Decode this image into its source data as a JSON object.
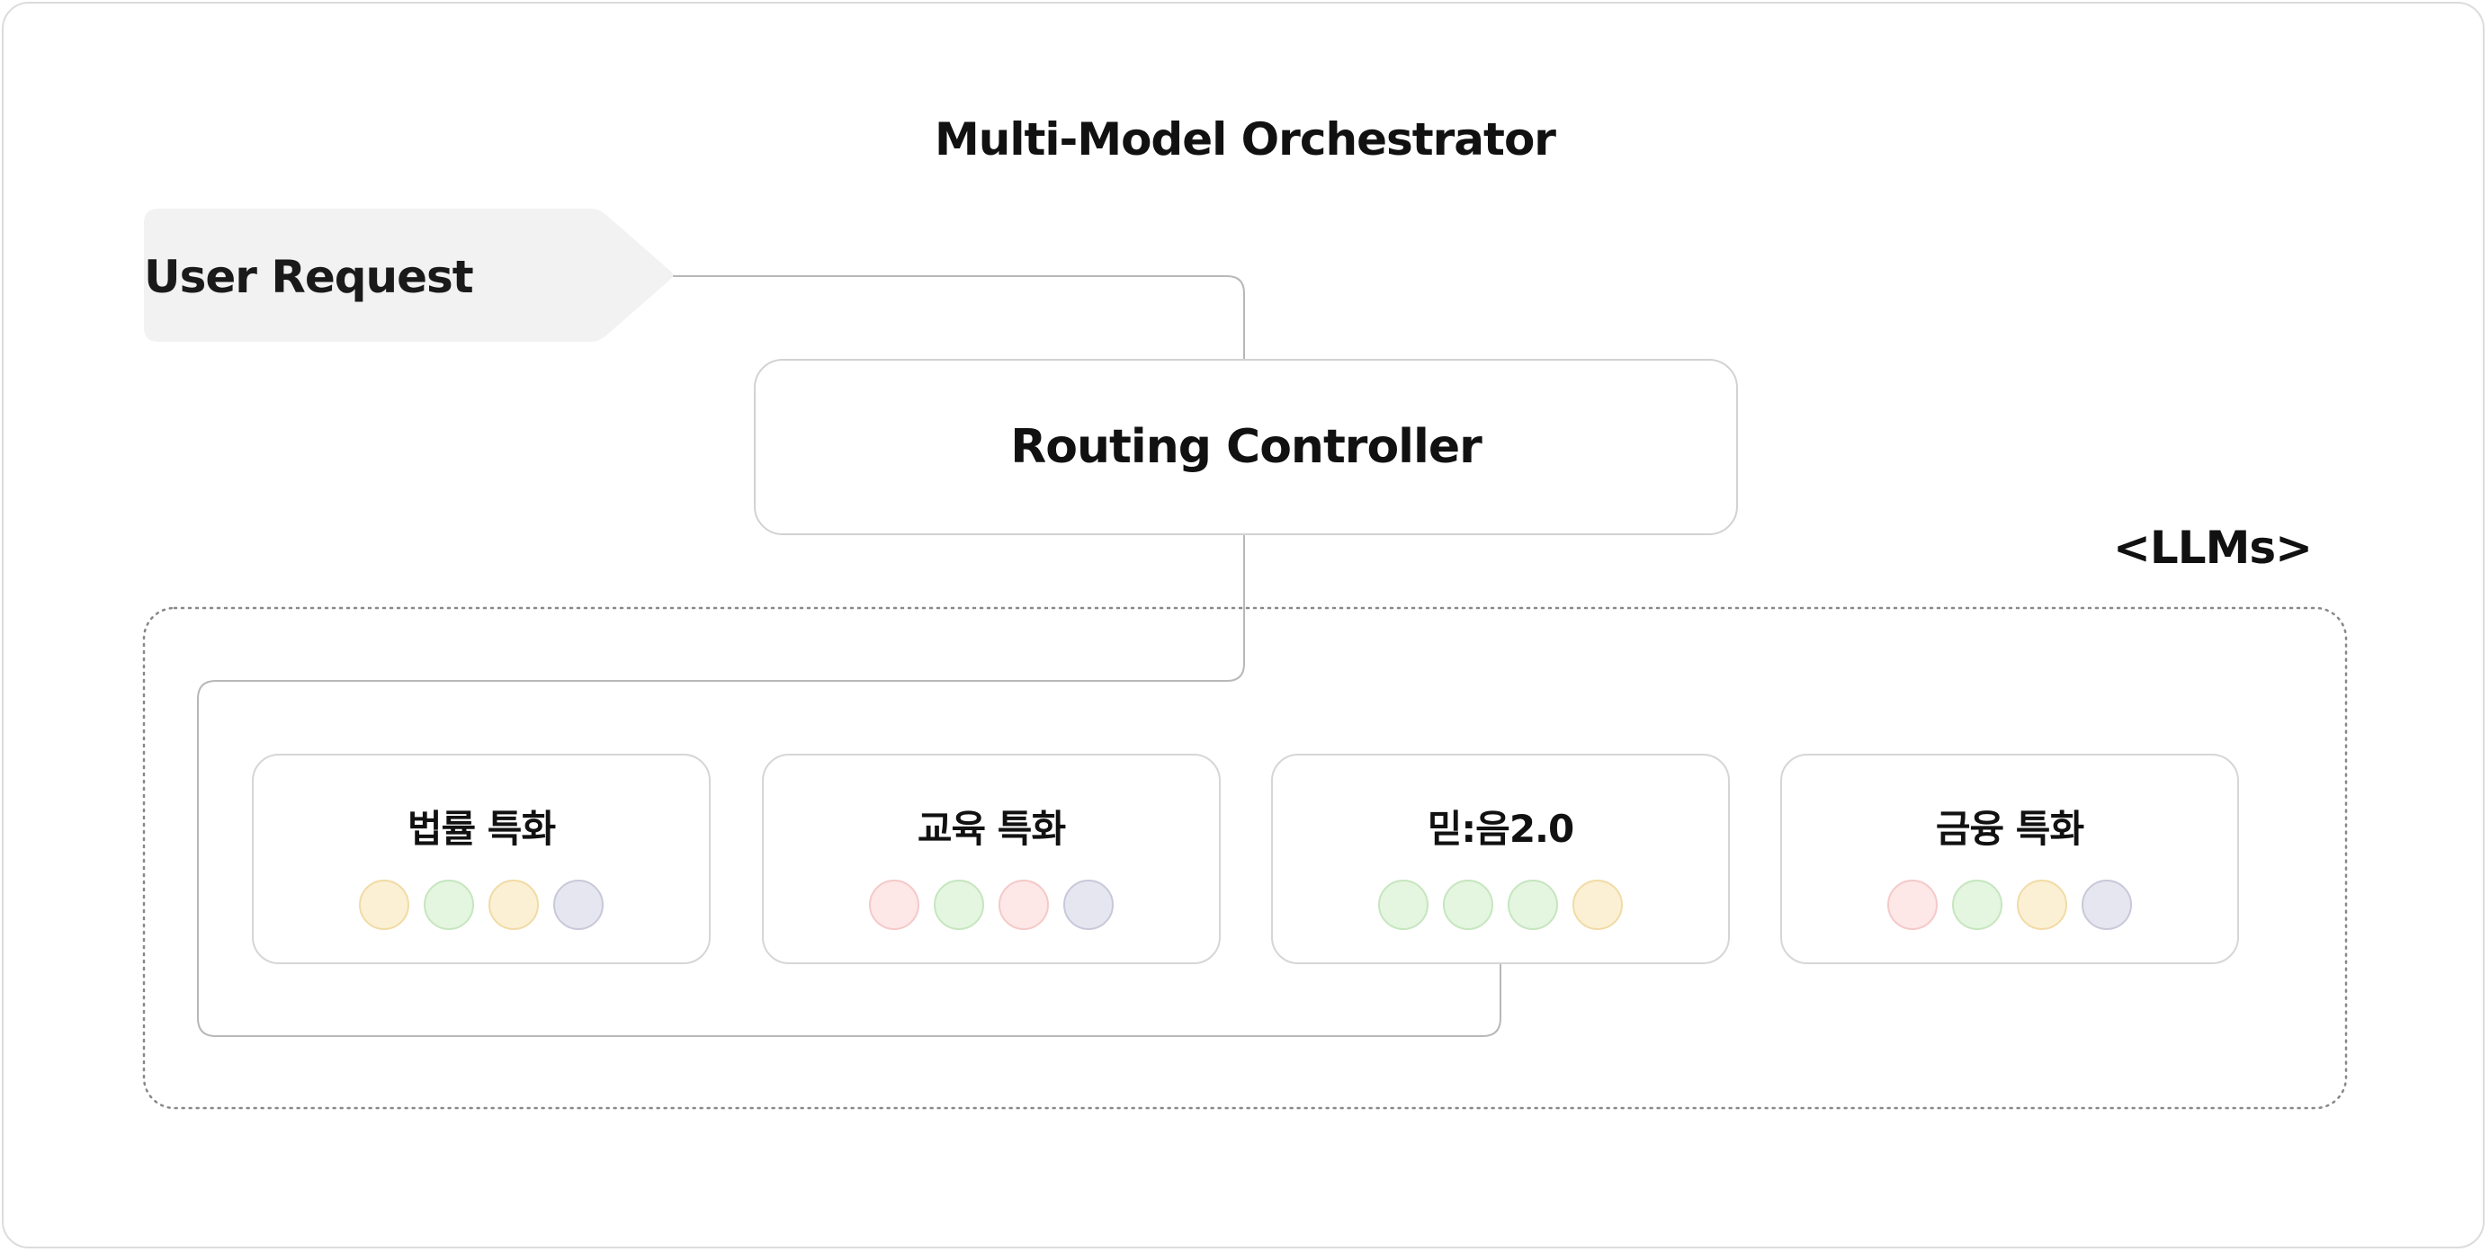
{
  "title": "Multi-Model Orchestrator",
  "request": {
    "label": "User Request"
  },
  "controller": {
    "label": "Routing Controller"
  },
  "group": {
    "label": "<LLMs>"
  },
  "colors": {
    "yellow": {
      "fill": "#fbf0d3",
      "stroke": "#f1dba6"
    },
    "green": {
      "fill": "#e4f5e0",
      "stroke": "#c6e6bf"
    },
    "red": {
      "fill": "#fde7e7",
      "stroke": "#f5c9c9"
    },
    "purple": {
      "fill": "#e6e6f0",
      "stroke": "#c8c8da"
    },
    "request_box": "#f2f2f2",
    "line": "#b8b8b8"
  },
  "models": [
    {
      "name": "법률 특화",
      "dots": [
        "yellow",
        "green",
        "yellow",
        "purple"
      ]
    },
    {
      "name": "교육 특화",
      "dots": [
        "red",
        "green",
        "red",
        "purple"
      ]
    },
    {
      "name": "믿:음2.0",
      "dots": [
        "green",
        "green",
        "green",
        "yellow"
      ]
    },
    {
      "name": "금융 특화",
      "dots": [
        "red",
        "green",
        "yellow",
        "purple"
      ]
    }
  ]
}
